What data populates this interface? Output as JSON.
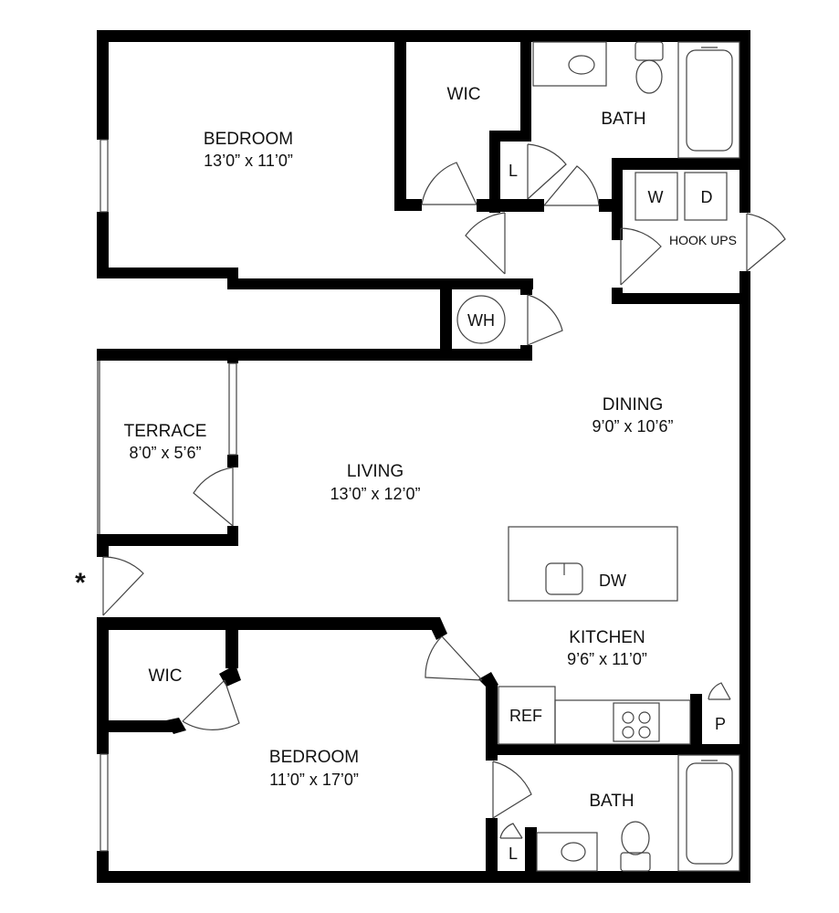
{
  "rooms": {
    "bedroom_top": {
      "name": "BEDROOM",
      "dims": "13’0” x 11’0”"
    },
    "wic_top": {
      "name": "WIC"
    },
    "bath_top": {
      "name": "BATH"
    },
    "linen_top": {
      "name": "L"
    },
    "washer": {
      "name": "W"
    },
    "dryer": {
      "name": "D"
    },
    "hookups": {
      "name": "HOOK UPS"
    },
    "water_heater": {
      "name": "WH"
    },
    "dining": {
      "name": "DINING",
      "dims": "9’0” x 10’6”"
    },
    "terrace": {
      "name": "TERRACE",
      "dims": "8’0” x 5’6”"
    },
    "living": {
      "name": "LIVING",
      "dims": "13’0” x 12’0”"
    },
    "dishwasher": {
      "name": "DW"
    },
    "kitchen": {
      "name": "KITCHEN",
      "dims": "9’6” x 11’0”"
    },
    "wic_bottom": {
      "name": "WIC"
    },
    "refrigerator": {
      "name": "REF"
    },
    "pantry": {
      "name": "P"
    },
    "bedroom_bottom": {
      "name": "BEDROOM",
      "dims": "11’0” x 17’0”"
    },
    "bath_bottom": {
      "name": "BATH"
    },
    "linen_bottom": {
      "name": "L"
    }
  },
  "entry_marker": "*",
  "colors": {
    "wall": "#000000",
    "fixture": "#444444",
    "terrace_edge": "#888888"
  }
}
